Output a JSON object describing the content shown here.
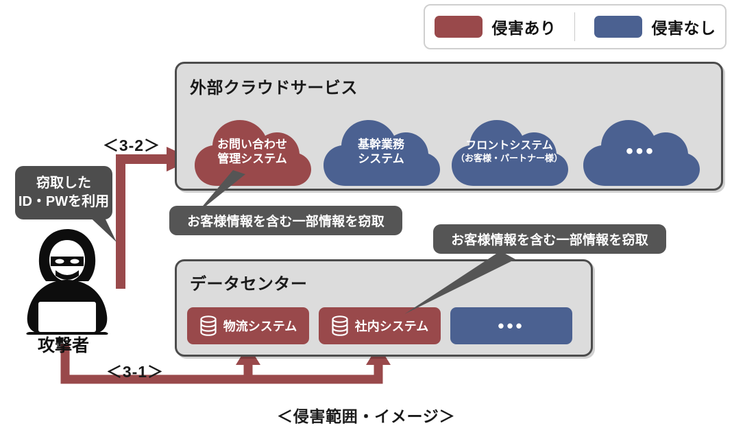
{
  "colors": {
    "breached": "#99494b",
    "safe": "#4b6191",
    "zone_fill": "#dcdcdc",
    "zone_border": "#4c4c4c",
    "callout_fill": "#555555",
    "bubble_fill": "#4d4d4d",
    "text_dark": "#1a1a1a",
    "page_bg": "#ffffff"
  },
  "legend": {
    "items": [
      {
        "label": "侵害あり",
        "color": "#99494b",
        "swatch_name": "breached-swatch"
      },
      {
        "label": "侵害なし",
        "color": "#4b6191",
        "swatch_name": "safe-swatch"
      }
    ]
  },
  "cloud_zone": {
    "title": "外部クラウドサービス",
    "systems": [
      {
        "line1": "お問い合わせ",
        "line2": "管理システム",
        "status": "breached",
        "color": "#99494b"
      },
      {
        "line1": "基幹業務",
        "line2": "システム",
        "status": "safe",
        "color": "#4b6191"
      },
      {
        "line1": "フロントシステム",
        "line2": "（お客様・パートナー様）",
        "status": "safe",
        "color": "#4b6191"
      },
      {
        "line1": "•••",
        "line2": "",
        "status": "safe",
        "color": "#4b6191"
      }
    ]
  },
  "datacenter_zone": {
    "title": "データセンター",
    "systems": [
      {
        "label": "物流システム",
        "status": "breached",
        "color": "#99494b",
        "icon": "database-icon"
      },
      {
        "label": "社内システム",
        "status": "breached",
        "color": "#99494b",
        "icon": "database-icon"
      },
      {
        "label": "•••",
        "status": "safe",
        "color": "#4b6191",
        "icon": ""
      }
    ]
  },
  "attacker": {
    "bubble_line1": "窃取した",
    "bubble_line2": "ID・PWを利用",
    "label": "攻撃者",
    "icon": "hacker-icon"
  },
  "callouts": [
    {
      "text": "お客様情報を含む一部情報を窃取",
      "points_to": "お問い合わせ管理システム"
    },
    {
      "text": "お客様情報を含む一部情報を窃取",
      "points_to": "社内システム"
    }
  ],
  "steps": [
    {
      "label": "＜3-2＞",
      "target": "外部クラウドサービス"
    },
    {
      "label": "＜3-1＞",
      "target": "データセンター"
    }
  ],
  "caption": "＜侵害範囲・イメージ＞"
}
